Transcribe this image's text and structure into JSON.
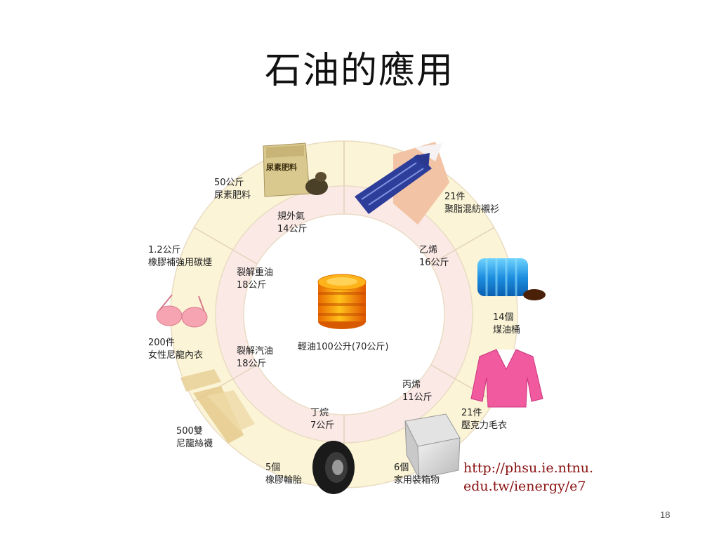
{
  "title": "石油的應用",
  "center": {
    "label": "輕油100公升(70公斤)"
  },
  "inner": [
    {
      "name": "規外氣",
      "amount": "14公斤"
    },
    {
      "name": "乙烯",
      "amount": "16公斤"
    },
    {
      "name": "丙烯",
      "amount": "11公斤"
    },
    {
      "name": "丁烷",
      "amount": "7公斤"
    },
    {
      "name": "裂解汽油",
      "amount": "18公斤"
    },
    {
      "name": "裂解重油",
      "amount": "18公斤"
    }
  ],
  "products": [
    {
      "qty": "21件",
      "name": "聚脂混紡襯衫",
      "icon": "shirt-tie-icon"
    },
    {
      "qty": "14個",
      "name": "煤油桶",
      "icon": "blue-barrel-icon"
    },
    {
      "qty": "21件",
      "name": "壓克力毛衣",
      "icon": "sweater-icon"
    },
    {
      "qty": "6個",
      "name": "家用裝箱物",
      "icon": "storage-box-icon"
    },
    {
      "qty": "5個",
      "name": "橡膠輪胎",
      "icon": "tire-icon"
    },
    {
      "qty": "500雙",
      "name": "尼龍絲襪",
      "icon": "stockings-icon"
    },
    {
      "qty": "200件",
      "name": "女性尼龍內衣",
      "icon": "bra-icon"
    },
    {
      "qty": "1.2公斤",
      "name": "橡膠補強用碳煙",
      "icon": "carbon-black-icon"
    },
    {
      "qty": "50公斤",
      "name": "尿素肥料",
      "icon": "fertilizer-bag-icon"
    }
  ],
  "fertilizer_bag_text": "尿素肥料",
  "source_url": [
    "http://phsu.ie.ntnu.",
    "edu.tw/ienergy/e7"
  ],
  "page_number": "18",
  "colors": {
    "outer_ring": "#fbf4d6",
    "inner_ring": "#fbe9e6",
    "ring_stroke": "#eadcc4",
    "barrel_orange": "#f7a21a",
    "url_red": "#8a1111"
  }
}
